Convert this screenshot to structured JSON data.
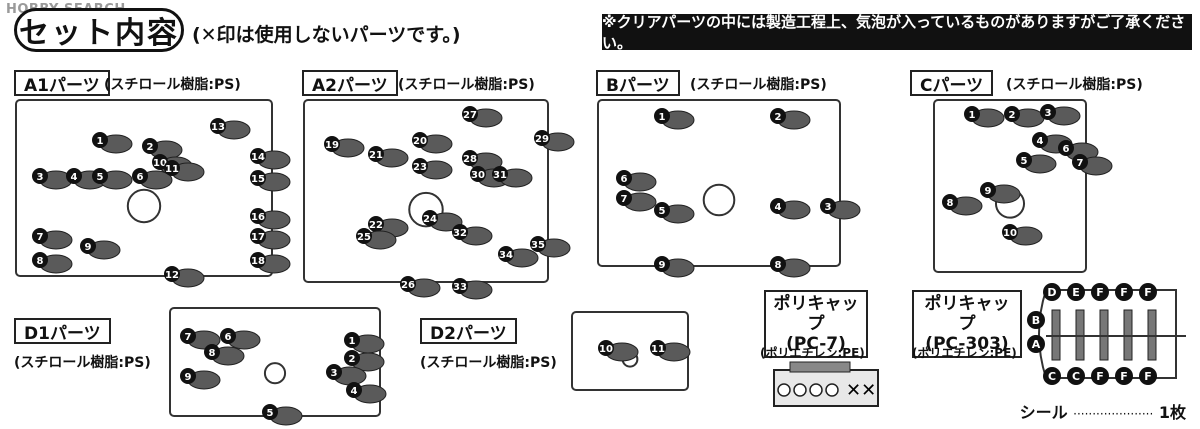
{
  "watermark": "HOBBY SEARCH",
  "header": {
    "title": "セット内容",
    "note": "(✕印は使用しないパーツです。)",
    "banner": "※クリアパーツの中には製造工程上、気泡が入っているものがありますがご了承ください。"
  },
  "material_ps": "(スチロール樹脂:PS)",
  "runners": [
    {
      "tab": "A1パーツ",
      "tag": "A1",
      "parts": [
        "1",
        "2",
        "3",
        "4",
        "5",
        "6",
        "7",
        "8",
        "9",
        "10",
        "11",
        "12",
        "13",
        "14",
        "15",
        "16",
        "17",
        "18"
      ]
    },
    {
      "tab": "A2パーツ",
      "tag": "A2",
      "parts": [
        "19",
        "20",
        "21",
        "22",
        "23",
        "24",
        "25",
        "26",
        "27",
        "28",
        "29",
        "30",
        "31",
        "32",
        "33",
        "34",
        "35"
      ]
    },
    {
      "tab": "Bパーツ",
      "tag": "B",
      "parts": [
        "1",
        "2",
        "3",
        "4",
        "5",
        "6",
        "7",
        "8",
        "9"
      ]
    },
    {
      "tab": "Cパーツ",
      "tag": "C",
      "parts": [
        "1",
        "2",
        "3",
        "4",
        "5",
        "6",
        "7",
        "8",
        "9",
        "10"
      ]
    },
    {
      "tab": "D1パーツ",
      "tag": "D1",
      "parts": [
        "1",
        "2",
        "3",
        "4",
        "5",
        "6",
        "7",
        "8",
        "9"
      ]
    },
    {
      "tab": "D2パーツ",
      "tag": "D2",
      "parts": [
        "10",
        "11"
      ]
    }
  ],
  "polycaps": [
    {
      "title1": "ポリキャップ",
      "title2": "(PC-7)",
      "material": "(ポリエチレン:PE)",
      "unused_mark": "✕✕"
    },
    {
      "title1": "ポリキャップ",
      "title2": "(PC-303)",
      "material": "(ポリエチレン:PE)",
      "letters_top": [
        "D",
        "E",
        "F",
        "F",
        "F"
      ],
      "letters_bottom": [
        "C",
        "C",
        "F",
        "F",
        "F"
      ],
      "letters_side": [
        "B",
        "A"
      ]
    }
  ],
  "seal": {
    "label": "シール",
    "dots": "·····················",
    "count": "1枚"
  }
}
